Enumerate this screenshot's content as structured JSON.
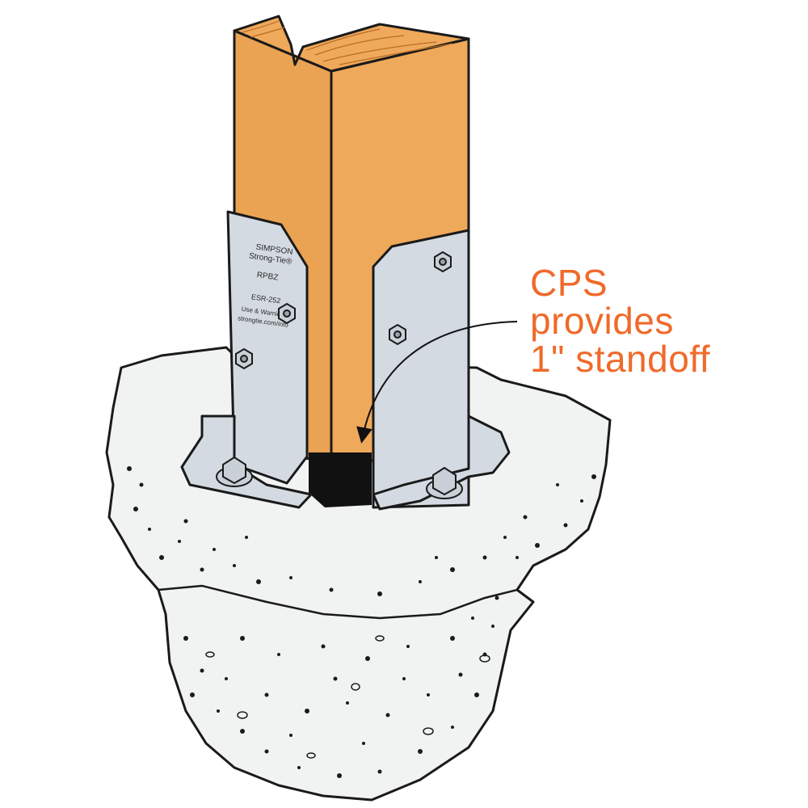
{
  "colors": {
    "callout_text": "#ef6a2a",
    "wood": "#efa95a",
    "wood_dark": "#e39a48",
    "steel": "#d3dae1",
    "concrete": "#f1f2f2",
    "outline": "#1a1a1a",
    "standoff": "#111111"
  },
  "callout": {
    "line1": "CPS",
    "line2": "provides",
    "line3": "1\" standoff"
  },
  "bracket_stamp": {
    "brand_line1": "SIMPSON",
    "brand_line2": "Strong-Tie®",
    "model": "RPBZ",
    "code": "ESR-252",
    "warning_line1": "Use & Warnings:",
    "warning_line2": "strongtie.com/info"
  }
}
